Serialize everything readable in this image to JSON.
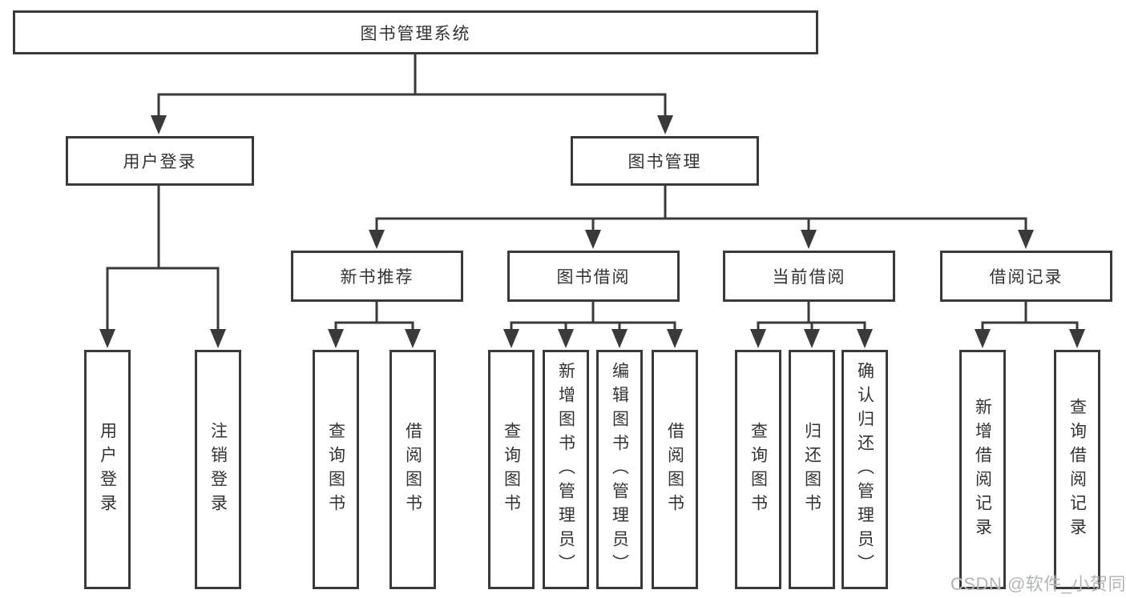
{
  "tree": {
    "title": "图书管理系统",
    "branches": [
      {
        "label": "用户登录",
        "children": [
          {
            "label": "用户登录"
          },
          {
            "label": "注销登录"
          }
        ]
      },
      {
        "label": "图书管理",
        "sections": [
          {
            "label": "新书推荐",
            "children": [
              {
                "label": "查询图书"
              },
              {
                "label": "借阅图书"
              }
            ]
          },
          {
            "label": "图书借阅",
            "children": [
              {
                "label": "查询图书"
              },
              {
                "label": "新增图书（管理员）"
              },
              {
                "label": "编辑图书（管理员）"
              },
              {
                "label": "借阅图书"
              }
            ]
          },
          {
            "label": "当前借阅",
            "children": [
              {
                "label": "查询图书"
              },
              {
                "label": "归还图书"
              },
              {
                "label": "确认归还（管理员）"
              }
            ]
          },
          {
            "label": "借阅记录",
            "children": [
              {
                "label": "新增借阅记录"
              },
              {
                "label": "查询借阅记录"
              }
            ]
          }
        ]
      }
    ]
  },
  "watermark": {
    "text": "CSDN @软件_小贺同学",
    "color": "#b1b5b8"
  },
  "colors": {
    "line": "#3a3a3a",
    "text": "#333333",
    "box_fill": "#ffffff",
    "background": "#ffffff"
  }
}
